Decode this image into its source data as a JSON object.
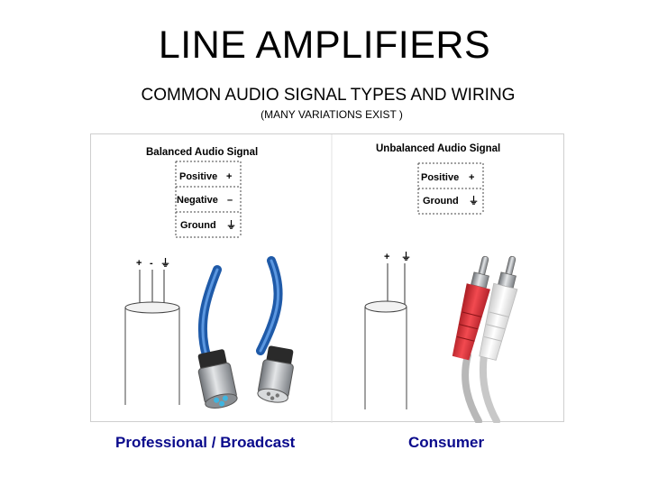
{
  "title": "LINE AMPLIFIERS",
  "subtitle": "COMMON  AUDIO SIGNAL TYPES AND WIRING",
  "note": "(MANY VARIATIONS EXIST )",
  "diagram": {
    "balanced": {
      "heading": "Balanced Audio Signal",
      "rows": [
        {
          "label": "Positive",
          "symbol": "+"
        },
        {
          "label": "Negative",
          "symbol": "–"
        },
        {
          "label": "Ground",
          "symbol": "⏚"
        }
      ],
      "wire_symbols": [
        "+",
        "-",
        "⏚"
      ]
    },
    "unbalanced": {
      "heading": "Unbalanced Audio Signal",
      "rows": [
        {
          "label": "Positive",
          "symbol": "+"
        },
        {
          "label": "Ground",
          "symbol": "⏚"
        }
      ],
      "wire_symbols": [
        "+",
        "⏚"
      ]
    },
    "colors": {
      "xlr_cable": "#2f6fbf",
      "rca_red": "#e0343a",
      "rca_white": "#f2f2f2",
      "metal": "#b9bcc0"
    }
  },
  "captions": {
    "left": "Professional / Broadcast",
    "right": "Consumer"
  }
}
